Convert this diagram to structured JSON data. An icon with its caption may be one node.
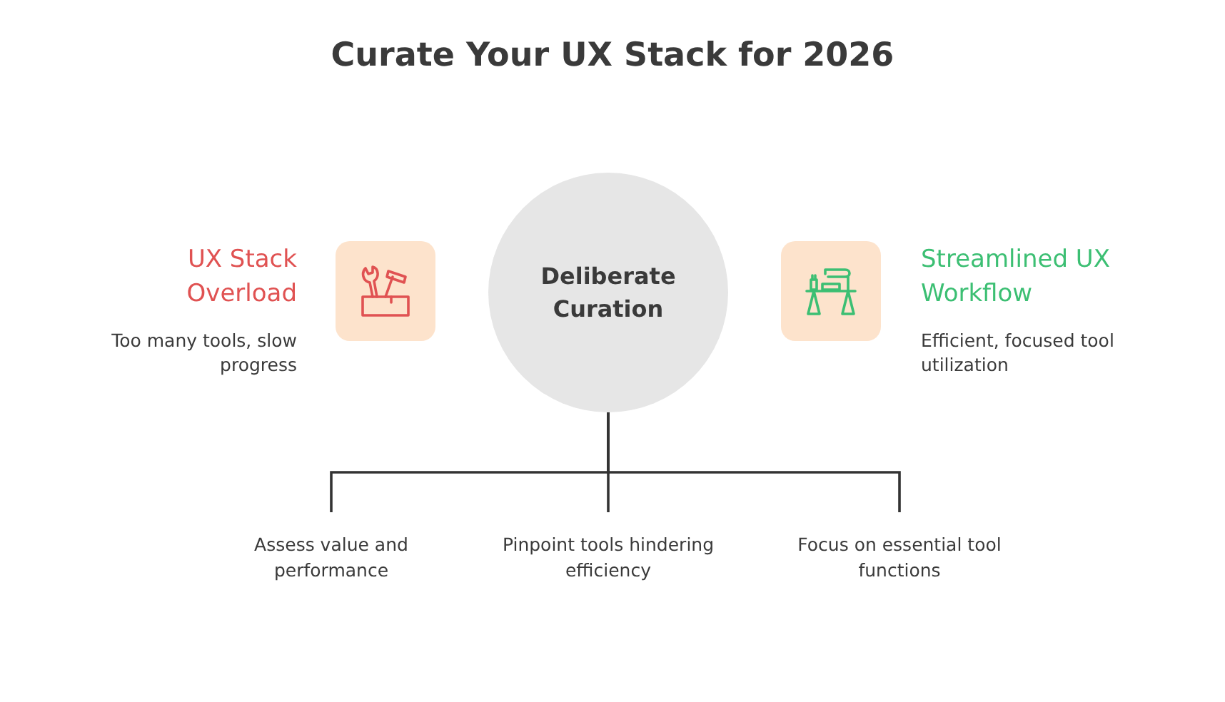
{
  "diagram": {
    "title": "Curate Your UX Stack for 2026",
    "nodes": [
      {
        "text": [
          "UX Stack Overload",
          "Too many tools, slow progress"
        ]
      },
      {
        "text": [
          "Deliberate Curation"
        ]
      },
      {
        "text": [
          "Streamlined UX Workflow",
          "Efficient, focused tool utilization"
        ]
      },
      {
        "text": [
          "Assess value and performance"
        ]
      },
      {
        "text": [
          "Pinpoint tools hindering efficiency"
        ]
      },
      {
        "text": [
          "Focus on essential tool functions"
        ]
      }
    ],
    "edges": [
      {
        "from": 1,
        "to": 3,
        "arrow": "none"
      },
      {
        "from": 1,
        "to": 4,
        "arrow": "none"
      },
      {
        "from": 1,
        "to": 5,
        "arrow": "none"
      }
    ]
  }
}
